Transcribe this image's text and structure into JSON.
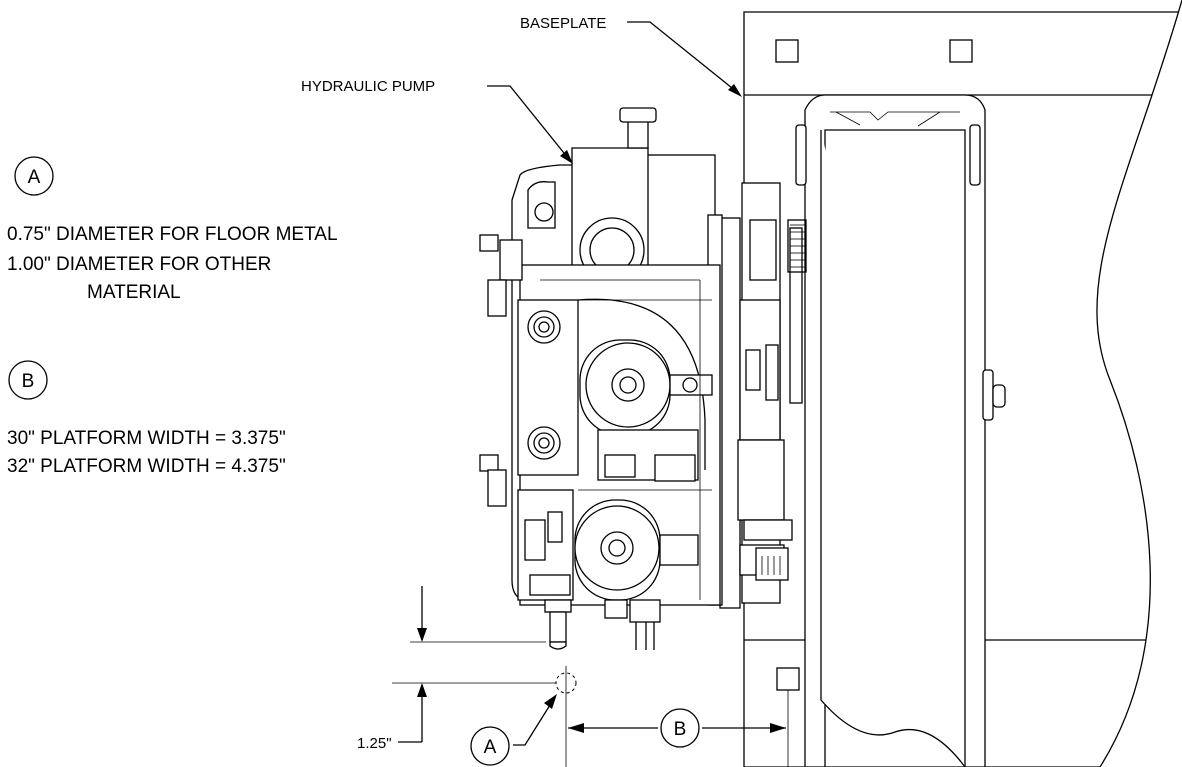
{
  "labels": {
    "baseplate": "BASEPLATE",
    "hydraulic_pump": "HYDRAULIC PUMP"
  },
  "callouts": {
    "a": "A",
    "b": "B"
  },
  "notes": {
    "a_line1": "0.75\" DIAMETER FOR FLOOR METAL",
    "a_line2": "1.00\" DIAMETER FOR OTHER",
    "a_line3": "MATERIAL",
    "b_line1": "30\" PLATFORM WIDTH = 3.375\"",
    "b_line2": "32\" PLATFORM WIDTH = 4.375\""
  },
  "dimensions": {
    "vertical": "1.25\"",
    "hole_tag": "A",
    "width_tag": "B"
  }
}
